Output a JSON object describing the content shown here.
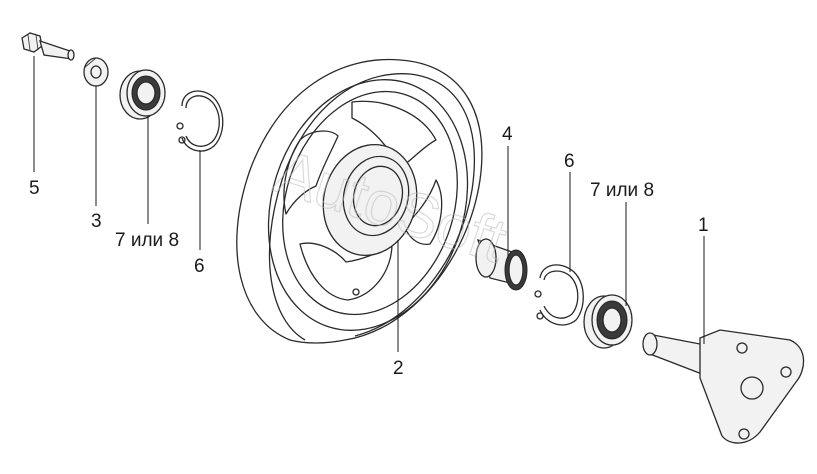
{
  "labels": {
    "shaft": "1",
    "wheel": "2",
    "washer": "3",
    "sleeve": "4",
    "bolt": "5",
    "ring_left": "6",
    "ring_right": "6",
    "bearing_left": "7 или 8",
    "bearing_right": "7 или 8"
  },
  "watermark": "AutoSoft"
}
